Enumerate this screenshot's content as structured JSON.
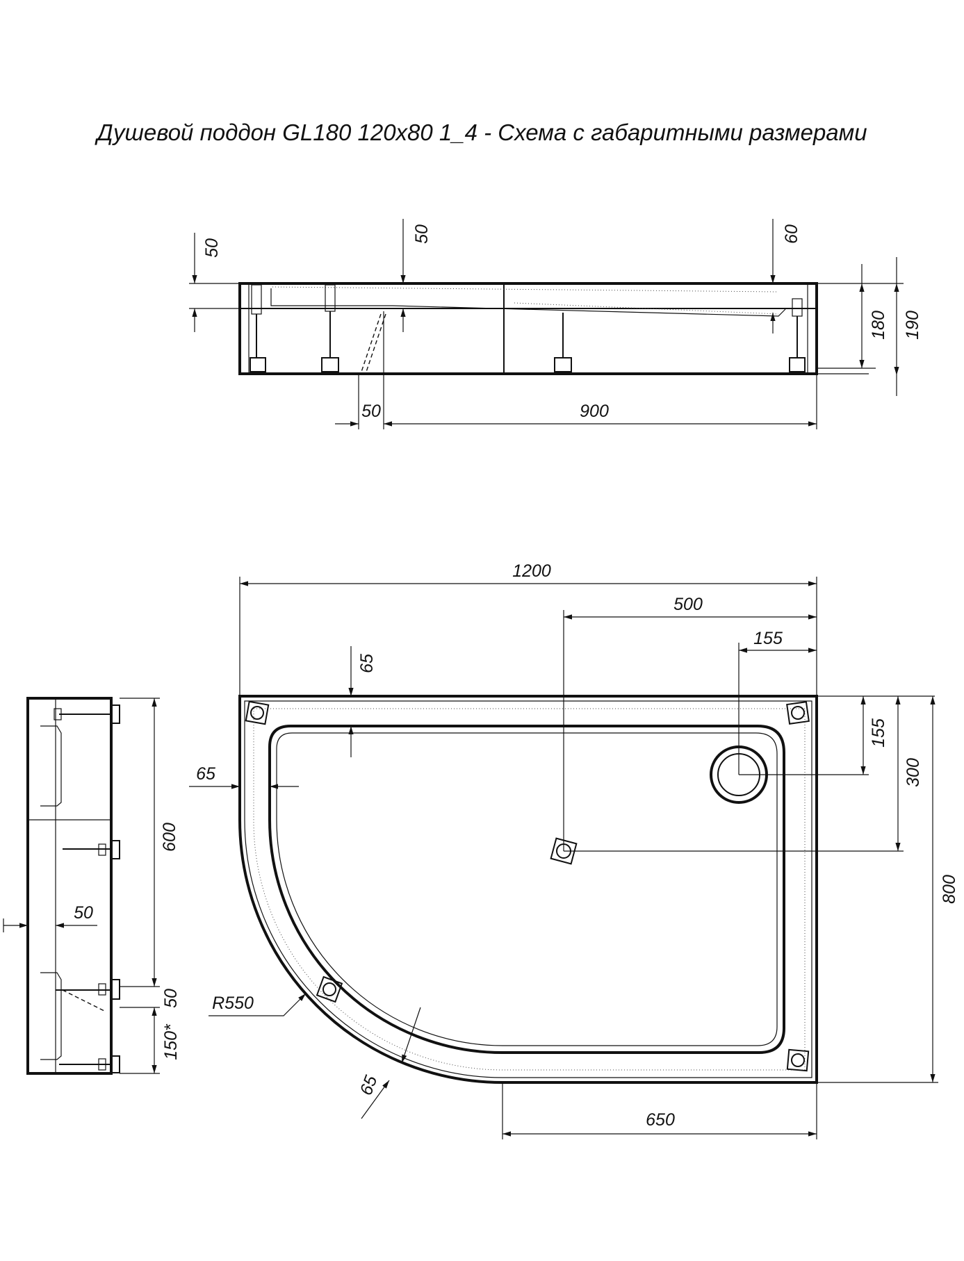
{
  "title": "Душевой поддон GL180 120x80 1_4 - Схема с габаритными размерами",
  "dimensions": {
    "side_top_left_50": "50",
    "side_top_mid_50": "50",
    "side_top_right_60": "60",
    "side_height_180": "180",
    "side_height_190": "190",
    "side_bottom_50": "50",
    "side_bottom_900": "900",
    "plan_width_1200": "1200",
    "plan_drain_500": "500",
    "plan_overflow_155_h": "155",
    "plan_rim_65_top": "65",
    "plan_rim_65_left": "65",
    "plan_overflow_155_v": "155",
    "plan_drain_300": "300",
    "plan_depth_800": "800",
    "plan_radius": "R550",
    "plan_rim_65_arc": "65",
    "plan_straight_650": "650",
    "end_600": "600",
    "end_50_inner": "50",
    "end_50_right": "50",
    "end_150": "150*"
  },
  "colors": {
    "line": "#111111",
    "background": "#ffffff"
  }
}
